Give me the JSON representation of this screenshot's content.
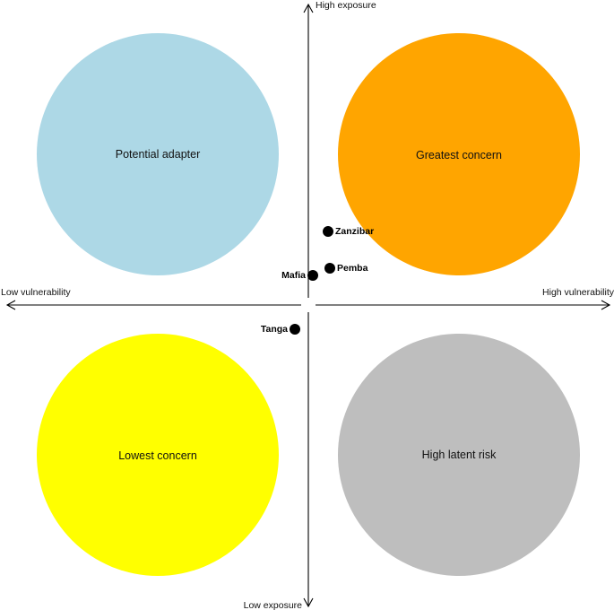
{
  "axes": {
    "x_left_label": "Low vulnerability",
    "x_right_label": "High vulnerability",
    "y_top_label": "High exposure",
    "y_bottom_label": "Low exposure"
  },
  "quadrants": [
    {
      "id": "potential-adapter",
      "label": "Potential adapter",
      "color": "#add8e6"
    },
    {
      "id": "greatest-concern",
      "label": "Greatest concern",
      "color": "#ffa500"
    },
    {
      "id": "lowest-concern",
      "label": "Lowest concern",
      "color": "#ffff00"
    },
    {
      "id": "high-latent-risk",
      "label": "High latent risk",
      "color": "#bebebe"
    }
  ],
  "points": [
    {
      "id": "zanzibar",
      "label": "Zanzibar",
      "color": "#000000"
    },
    {
      "id": "pemba",
      "label": "Pemba",
      "color": "#000000"
    },
    {
      "id": "mafia",
      "label": "Mafia",
      "color": "#000000"
    },
    {
      "id": "tanga",
      "label": "Tanga",
      "color": "#000000"
    }
  ]
}
